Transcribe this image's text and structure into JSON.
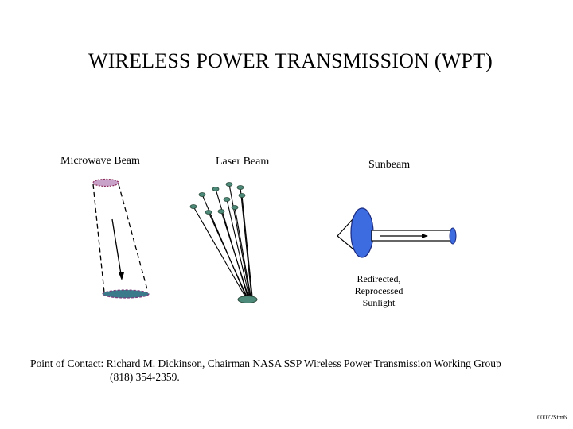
{
  "title": "WIRELESS POWER TRANSMISSION (WPT)",
  "beams": {
    "microwave": "Microwave Beam",
    "laser": "Laser Beam",
    "sun": "Sunbeam"
  },
  "sun_caption": [
    "Redirected,",
    "Reprocessed",
    "Sunlight"
  ],
  "contact": {
    "line1": "Point of Contact: Richard M. Dickinson, Chairman NASA SSP Wireless Power Transmission Working Group",
    "line2": "(818) 354-2359."
  },
  "slide_code": "00072Stm6",
  "colors": {
    "emitter_fill": "#c8a2c8",
    "receiver_fill": "#3a7a8a",
    "laser_head_fill": "#4d8a7a",
    "lens_fill": "#3d6be0",
    "pipe_fill": "#ffffff"
  }
}
